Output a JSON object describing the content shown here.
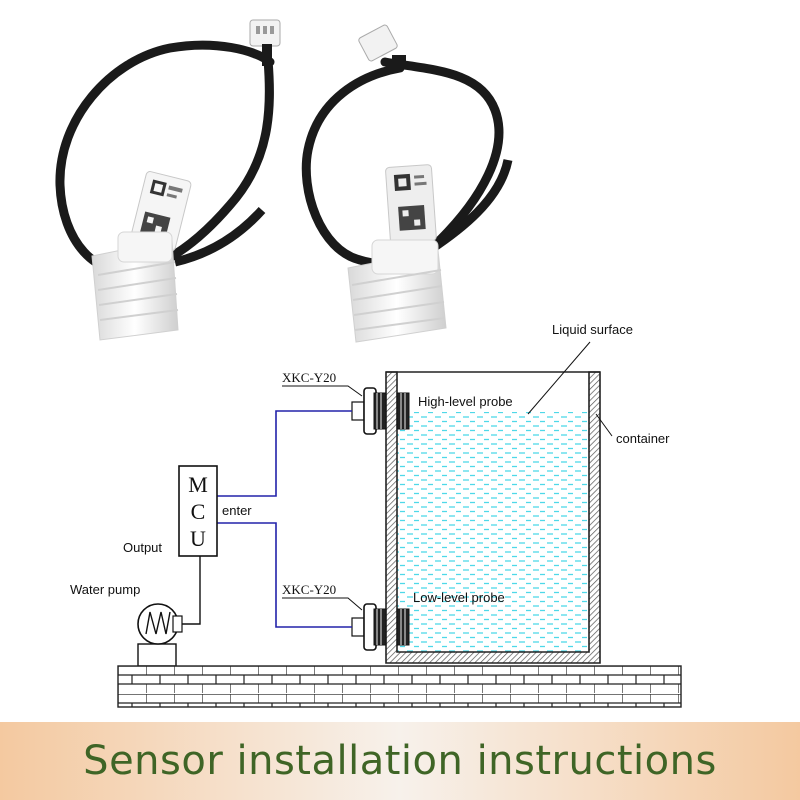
{
  "labels": {
    "liquid_surface": "Liquid surface",
    "high_level_probe": "High-level probe",
    "low_level_probe": "Low-level probe",
    "container": "container",
    "model_top": "XKC-Y20",
    "model_bottom": "XKC-Y20",
    "mcu": [
      "M",
      "C",
      "U"
    ],
    "enter": "enter",
    "output": "Output",
    "water_pump": "Water pump"
  },
  "banner": {
    "title": "Sensor installation instructions"
  },
  "colors": {
    "wire": "#2222aa",
    "liquid_dash": "#4fd8e8",
    "banner_text": "#3f6526",
    "banner_gradient": [
      "#f4c9a0",
      "#f6f0ea",
      "#f4c9a0"
    ]
  }
}
